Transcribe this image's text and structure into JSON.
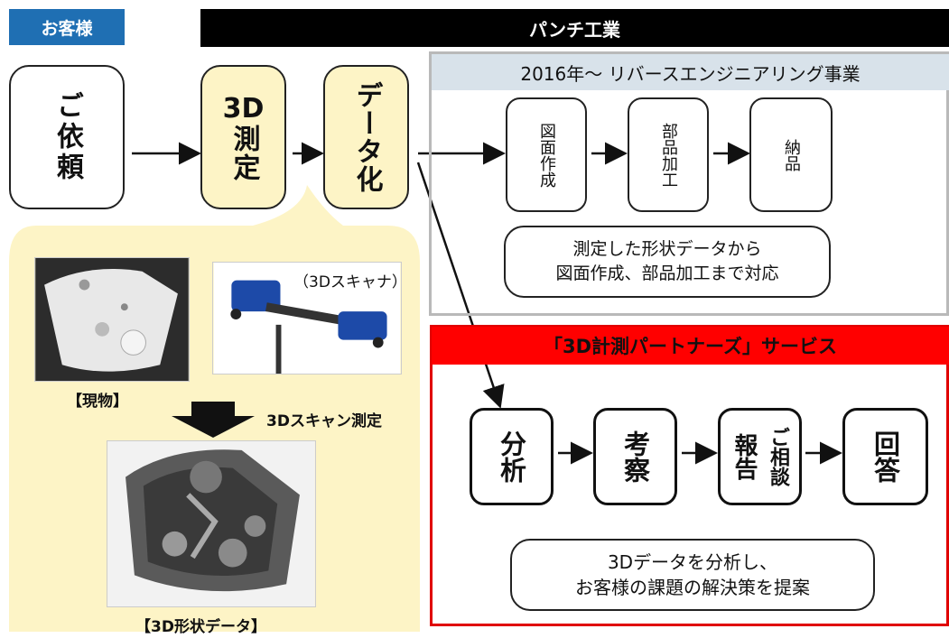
{
  "headers": {
    "client": "お客様",
    "punch": "パンチ工業"
  },
  "flow": {
    "request": "ご依頼",
    "measure_line1": "3D",
    "measure_line2": "測定",
    "digitize": "データ化"
  },
  "reverse_engineering": {
    "title": "2016年～ リバースエンジニアリング事業",
    "steps": [
      "図面作成",
      "部品加工",
      "納品"
    ],
    "note_line1": "測定した形状データから",
    "note_line2": "図面作成、部品加工まで対応"
  },
  "partners": {
    "title": "「3D計測パートナーズ」サービス",
    "step1": "分析",
    "step2": "考察",
    "step3_left": "ご相談",
    "step3_right": "報告",
    "step4": "回答",
    "note_line1": "3Dデータを分析し、",
    "note_line2": "お客様の課題の解決策を提案"
  },
  "illustration": {
    "scanner_caption": "（3Dスキャナ）",
    "object_caption": "【現物】",
    "scan_caption": "3Dスキャン測定",
    "data_caption": "【3D形状データ】"
  }
}
